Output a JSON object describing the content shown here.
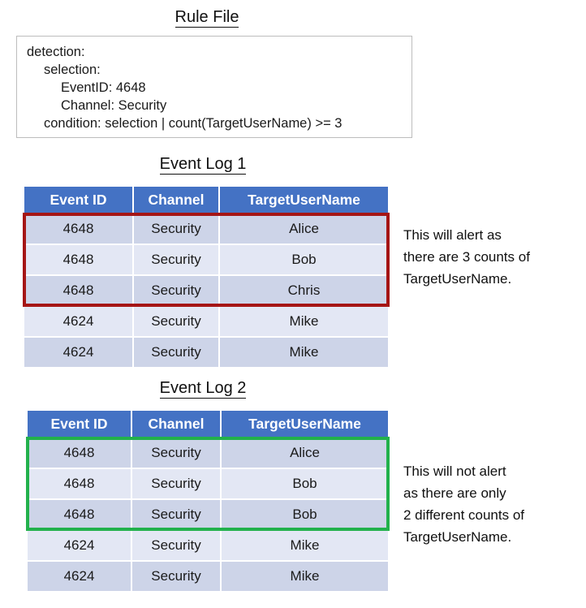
{
  "rule_section": {
    "title": "Rule File",
    "lines": [
      {
        "indent": 0,
        "text": "detection:"
      },
      {
        "indent": 1,
        "text": "selection:"
      },
      {
        "indent": 2,
        "text": "EventID: 4648"
      },
      {
        "indent": 2,
        "text": "Channel: Security"
      },
      {
        "indent": 1,
        "text": "condition: selection | count(TargetUserName) >= 3"
      }
    ]
  },
  "log1": {
    "title": "Event Log 1",
    "columns": [
      "Event ID",
      "Channel",
      "TargetUserName"
    ],
    "rows": [
      [
        "4648",
        "Security",
        "Alice"
      ],
      [
        "4648",
        "Security",
        "Bob"
      ],
      [
        "4648",
        "Security",
        "Chris"
      ],
      [
        "4624",
        "Security",
        "Mike"
      ],
      [
        "4624",
        "Security",
        "Mike"
      ]
    ],
    "highlight": {
      "color": "#a51515",
      "rows": [
        0,
        1,
        2
      ]
    },
    "annotation": "This will alert as\nthere are 3 counts of\nTargetUserName."
  },
  "log2": {
    "title": "Event Log 2",
    "columns": [
      "Event ID",
      "Channel",
      "TargetUserName"
    ],
    "rows": [
      [
        "4648",
        "Security",
        "Alice"
      ],
      [
        "4648",
        "Security",
        "Bob"
      ],
      [
        "4648",
        "Security",
        "Bob"
      ],
      [
        "4624",
        "Security",
        "Mike"
      ],
      [
        "4624",
        "Security",
        "Mike"
      ]
    ],
    "highlight": {
      "color": "#22b14c",
      "rows": [
        0,
        1,
        2
      ]
    },
    "annotation": "This will not alert\nas there are only\n2 different counts of\nTargetUserName."
  },
  "colors": {
    "header_blue": "#4472c4",
    "row_dark": "#cdd4e8",
    "row_light": "#e3e7f4",
    "alert_red": "#a51515",
    "no_alert_green": "#22b14c",
    "text": "#101010",
    "box_border": "#bdbdbd"
  }
}
